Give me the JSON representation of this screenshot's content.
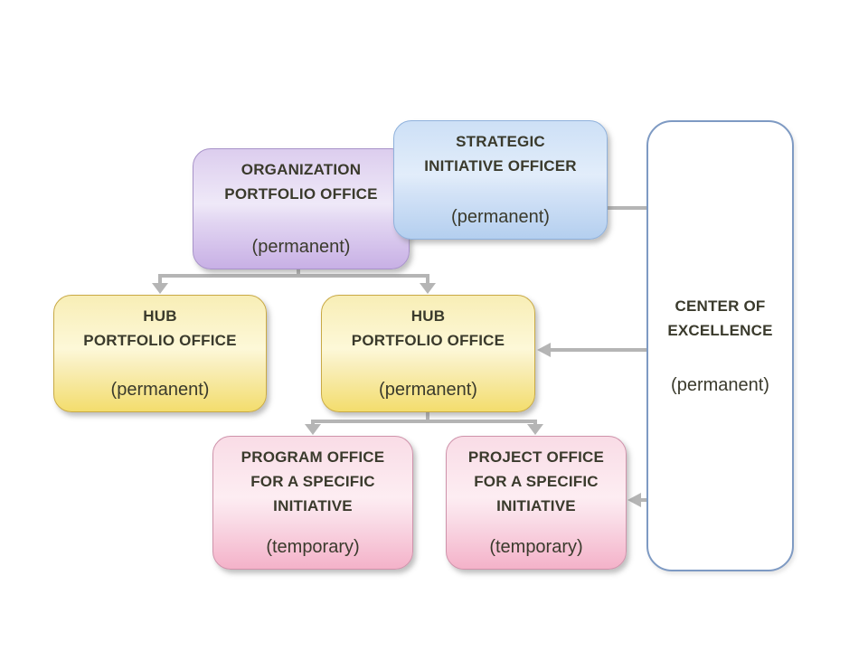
{
  "diagram": {
    "type": "org-chart",
    "nodes": {
      "organization_portfolio_office": {
        "line1": "ORGANIZATION",
        "line2": "PORTFOLIO OFFICE",
        "status": "(permanent)",
        "fill_top": "#dccdee",
        "fill_bottom": "#c8b0e5",
        "border": "#a893c9"
      },
      "strategic_initiative_officer": {
        "line1": "STRATEGIC",
        "line2": "INITIATIVE OFFICER",
        "status": "(permanent)",
        "fill_top": "#cde0f6",
        "fill_bottom": "#b4cfef",
        "border": "#8fb1dc"
      },
      "center_of_excellence": {
        "line1": "CENTER OF",
        "line2": "EXCELLENCE",
        "status": "(permanent)",
        "fill": "#ffffff",
        "border": "#7e9ac3"
      },
      "hub_portfolio_office_left": {
        "line1": "HUB",
        "line2": "PORTFOLIO OFFICE",
        "status": "(permanent)",
        "fill_top": "#f8eeb6",
        "fill_bottom": "#f3dd6d",
        "border": "#c9aa45"
      },
      "hub_portfolio_office_center": {
        "line1": "HUB",
        "line2": "PORTFOLIO OFFICE",
        "status": "(permanent)",
        "fill_top": "#f8eeb6",
        "fill_bottom": "#f3dd6d",
        "border": "#c9aa45"
      },
      "program_office": {
        "line1": "PROGRAM OFFICE",
        "line2": "FOR A SPECIFIC",
        "line3": "INITIATIVE",
        "status": "(temporary)",
        "fill_top": "#f9dce6",
        "fill_bottom": "#f4b2c9",
        "border": "#cf93ab"
      },
      "project_office": {
        "line1": "PROJECT OFFICE",
        "line2": "FOR A SPECIFIC",
        "line3": "INITIATIVE",
        "status": "(temporary)",
        "fill_top": "#f9dce6",
        "fill_bottom": "#f4b2c9",
        "border": "#cf93ab"
      }
    },
    "edges": [
      {
        "from": "organization_portfolio_office",
        "to": "hub_portfolio_office_left",
        "style": "arrow-down"
      },
      {
        "from": "organization_portfolio_office",
        "to": "hub_portfolio_office_center",
        "style": "arrow-down"
      },
      {
        "from": "hub_portfolio_office_center",
        "to": "program_office",
        "style": "arrow-down"
      },
      {
        "from": "hub_portfolio_office_center",
        "to": "project_office",
        "style": "arrow-down"
      },
      {
        "from": "strategic_initiative_officer",
        "to": "center_of_excellence",
        "style": "plain-line"
      },
      {
        "from": "center_of_excellence",
        "to": "hub_portfolio_office_center",
        "style": "arrow-left"
      },
      {
        "from": "center_of_excellence",
        "to": "project_office",
        "style": "arrow-left"
      }
    ],
    "colors": {
      "connector": "#b5b5b5",
      "text": "#3a3a2c",
      "background": "#ffffff"
    }
  }
}
